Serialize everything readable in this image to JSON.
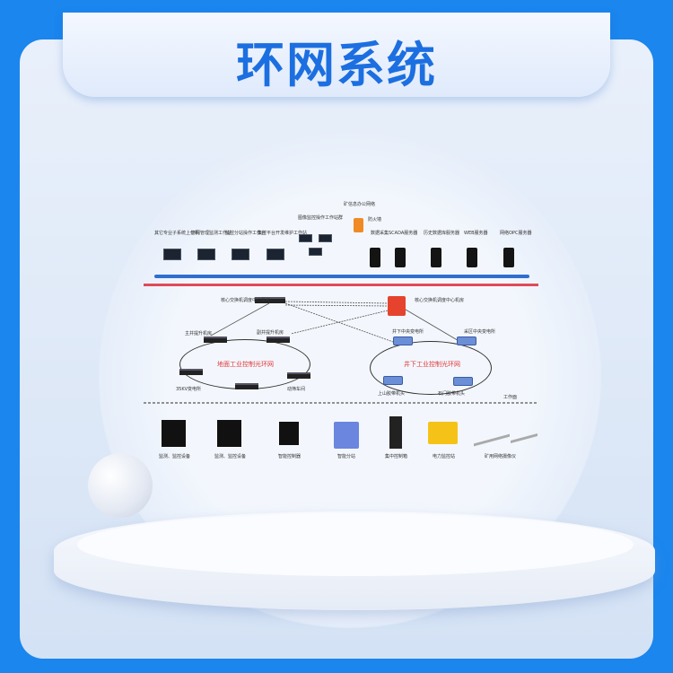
{
  "title": "环网系统",
  "top_nodes": [
    "其它专业子系统上位机",
    "环网管理监测工作站",
    "监控分站操作工作台",
    "集控平台开发维护工作站",
    "图像监控操作工作站群",
    "数据采集SCADA服务器",
    "历史数据库服务器",
    "WEB服务器",
    "网络OPC服务器"
  ],
  "office_network": "矿信息办公网络",
  "firewall": "防火墙",
  "core_left": "核心交换机调度中心机房",
  "core_right": "核心交换机调度中心机房",
  "ring_left": {
    "name": "地面工业控制光环网",
    "nodes": [
      "主井提升机房",
      "副井提升机房",
      "35KV变电所",
      "动筛车间"
    ]
  },
  "ring_right": {
    "name": "井下工业控制光环网",
    "nodes": [
      "井下中央变电所",
      "采区中央变电所",
      "上山胶带机头",
      "石门胶带机头"
    ]
  },
  "workface": "工作面",
  "bottom_devices": [
    "监测、监控设备",
    "监测、监控设备",
    "智能控制器",
    "智能分站",
    "集中控制箱",
    "电力监控站",
    "矿用网络摄像仪"
  ],
  "colors": {
    "frame": "#1a86ee",
    "title": "#1c6fe0",
    "bus_blue": "#2f6fd0",
    "bus_red": "#e04a5a"
  }
}
